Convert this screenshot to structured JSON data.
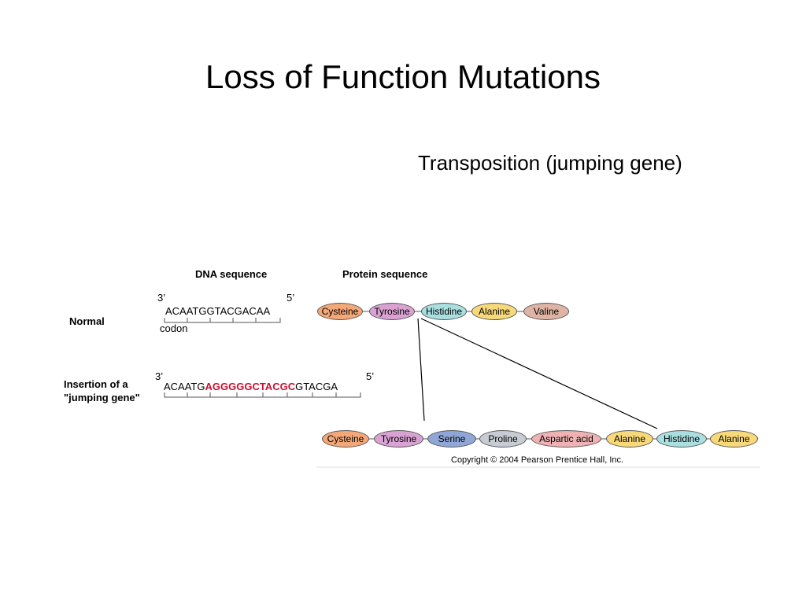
{
  "slide": {
    "title": "Loss of Function Mutations",
    "subtitle": "Transposition (jumping gene)"
  },
  "figure": {
    "dna_header": "DNA sequence",
    "protein_header": "Protein sequence",
    "normal": {
      "label": "Normal",
      "prime3": "3’",
      "prime5": "5’",
      "sequence": "ACAATGGTACGACAA",
      "codon_label": "codon",
      "protein": [
        {
          "name": "Cysteine",
          "color": "#f4a878"
        },
        {
          "name": "Tyrosine",
          "color": "#d9a2d3"
        },
        {
          "name": "Histidine",
          "color": "#a9dfe0"
        },
        {
          "name": "Alanine",
          "color": "#f8d97a"
        },
        {
          "name": "Valine",
          "color": "#e0b4a4"
        }
      ]
    },
    "insertion": {
      "label_line1": "Insertion of a",
      "label_line2": "\"jumping gene\"",
      "prime3": "3’",
      "prime5": "5’",
      "seq_before": "ACAATG",
      "seq_inserted": "AGGGGGCTACGC",
      "seq_after": "GTACGA",
      "protein": [
        {
          "name": "Cysteine",
          "color": "#f4a878"
        },
        {
          "name": "Tyrosine",
          "color": "#d9a2d3"
        },
        {
          "name": "Serine",
          "color": "#8fa6d6"
        },
        {
          "name": "Proline",
          "color": "#c7ccd4"
        },
        {
          "name": "Aspartic acid",
          "color": "#eeb1b4"
        },
        {
          "name": "Alanine",
          "color": "#f8d97a"
        },
        {
          "name": "Histidine",
          "color": "#a9dfe0"
        },
        {
          "name": "Alanine",
          "color": "#f8d97a"
        }
      ]
    },
    "copyright": "Copyright © 2004 Pearson Prentice Hall, Inc."
  }
}
